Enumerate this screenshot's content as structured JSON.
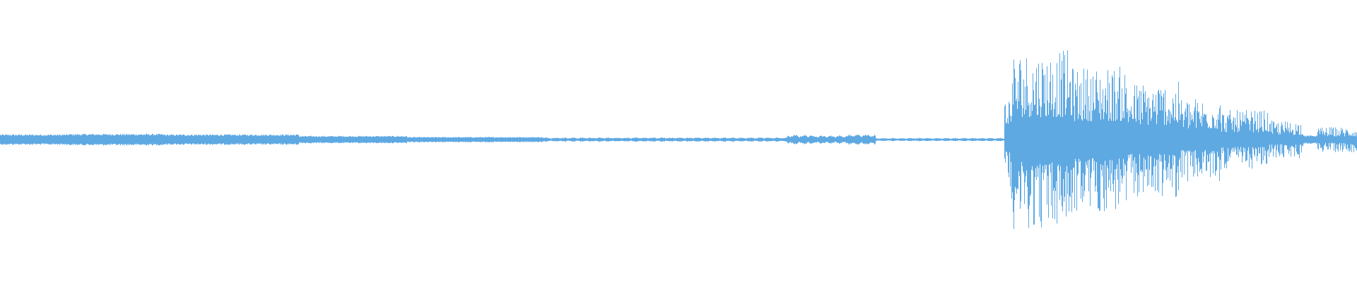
{
  "waveform": {
    "color": "#5fa9e3",
    "background": "#ffffff",
    "description_amplitude_levels": [],
    "segments": [
      {
        "start": 0.0,
        "end": 0.05,
        "amp": 0.05
      },
      {
        "start": 0.05,
        "end": 0.12,
        "amp": 0.055
      },
      {
        "start": 0.12,
        "end": 0.22,
        "amp": 0.05
      },
      {
        "start": 0.22,
        "end": 0.3,
        "amp": 0.035
      },
      {
        "start": 0.3,
        "end": 0.4,
        "amp": 0.025
      },
      {
        "start": 0.4,
        "end": 0.58,
        "amp": 0.02
      },
      {
        "start": 0.58,
        "end": 0.6,
        "amp": 0.045
      },
      {
        "start": 0.6,
        "end": 0.625,
        "amp": 0.04
      },
      {
        "start": 0.625,
        "end": 0.645,
        "amp": 0.05
      },
      {
        "start": 0.645,
        "end": 0.74,
        "amp": 0.015
      },
      {
        "start": 0.74,
        "end": 0.745,
        "amp": 0.45
      },
      {
        "start": 0.745,
        "end": 0.79,
        "amp": 0.85
      },
      {
        "start": 0.79,
        "end": 0.83,
        "amp": 0.7
      },
      {
        "start": 0.83,
        "end": 0.87,
        "amp": 0.55
      },
      {
        "start": 0.87,
        "end": 0.9,
        "amp": 0.4
      },
      {
        "start": 0.9,
        "end": 0.935,
        "amp": 0.28
      },
      {
        "start": 0.935,
        "end": 0.96,
        "amp": 0.18
      },
      {
        "start": 0.96,
        "end": 0.97,
        "amp": 0.04
      },
      {
        "start": 0.97,
        "end": 1.0,
        "amp": 0.12
      }
    ]
  }
}
